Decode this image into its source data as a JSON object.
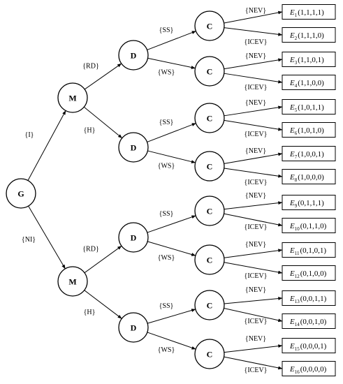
{
  "nodes": {
    "root": "G",
    "level1": "M",
    "level2": "D",
    "level3": "C"
  },
  "edge_labels": {
    "level1": [
      "{I}",
      "{NI}"
    ],
    "level2": [
      "{RD}",
      "{H}"
    ],
    "level3": [
      "{SS}",
      "{WS}"
    ],
    "level4": [
      "{NEV}",
      "{ICEV}"
    ]
  },
  "leaves": [
    {
      "sub": "1",
      "tuple": "(1,1,1,1)"
    },
    {
      "sub": "2",
      "tuple": "(1,1,1,0)"
    },
    {
      "sub": "3",
      "tuple": "(1,1,0,1)"
    },
    {
      "sub": "4",
      "tuple": "(1,1,0,0)"
    },
    {
      "sub": "5",
      "tuple": "(1,0,1,1)"
    },
    {
      "sub": "6",
      "tuple": "(1,0,1,0)"
    },
    {
      "sub": "7",
      "tuple": "(1,0,0,1)"
    },
    {
      "sub": "8",
      "tuple": "(1,0,0,0)"
    },
    {
      "sub": "9",
      "tuple": "(0,1,1,1)"
    },
    {
      "sub": "10",
      "tuple": "(0,1,1,0)"
    },
    {
      "sub": "11",
      "tuple": "(0,1,0,1)"
    },
    {
      "sub": "12",
      "tuple": "(0,1,0,0)"
    },
    {
      "sub": "13",
      "tuple": "(0,0,1,1)"
    },
    {
      "sub": "14",
      "tuple": "(0,0,1,0)"
    },
    {
      "sub": "15",
      "tuple": "(0,0,0,1)"
    },
    {
      "sub": "16",
      "tuple": "(0,0,0,0)"
    }
  ],
  "leaf_prefix": "E"
}
